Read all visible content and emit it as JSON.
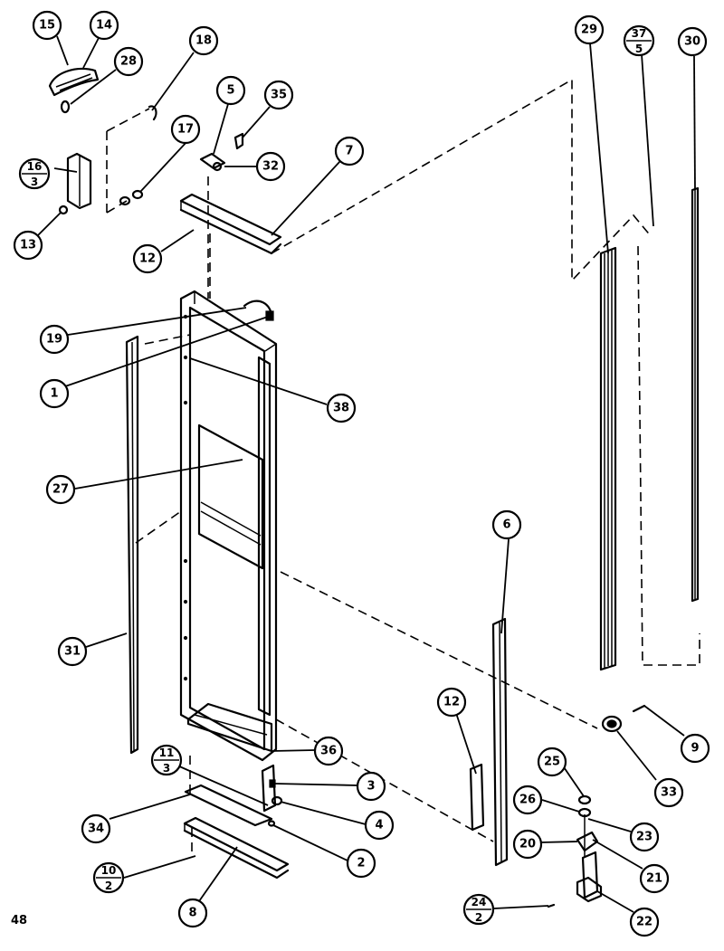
{
  "page_number": "48",
  "callouts": {
    "c15": "15",
    "c14": "14",
    "c28": "28",
    "c18": "18",
    "c5a": "5",
    "c35": "35",
    "c17": "17",
    "c32": "32",
    "c7": "7",
    "c13": "13",
    "c12a": "12",
    "c19": "19",
    "c1": "1",
    "c38": "38",
    "c27": "27",
    "c31": "31",
    "c36": "36",
    "c3": "3",
    "c34": "34",
    "c4": "4",
    "c2": "2",
    "c8": "8",
    "c6": "6",
    "c12b": "12",
    "c29": "29",
    "c30": "30",
    "c9": "9",
    "c33": "33",
    "c25": "25",
    "c26": "26",
    "c23": "23",
    "c20": "20",
    "c21": "21",
    "c22": "22"
  },
  "fractions": {
    "f16": {
      "num": "16",
      "den": "3"
    },
    "f37": {
      "num": "37",
      "den": "5"
    },
    "f11": {
      "num": "11",
      "den": "3"
    },
    "f10": {
      "num": "10",
      "den": "2"
    },
    "f24": {
      "num": "24",
      "den": "2"
    }
  }
}
